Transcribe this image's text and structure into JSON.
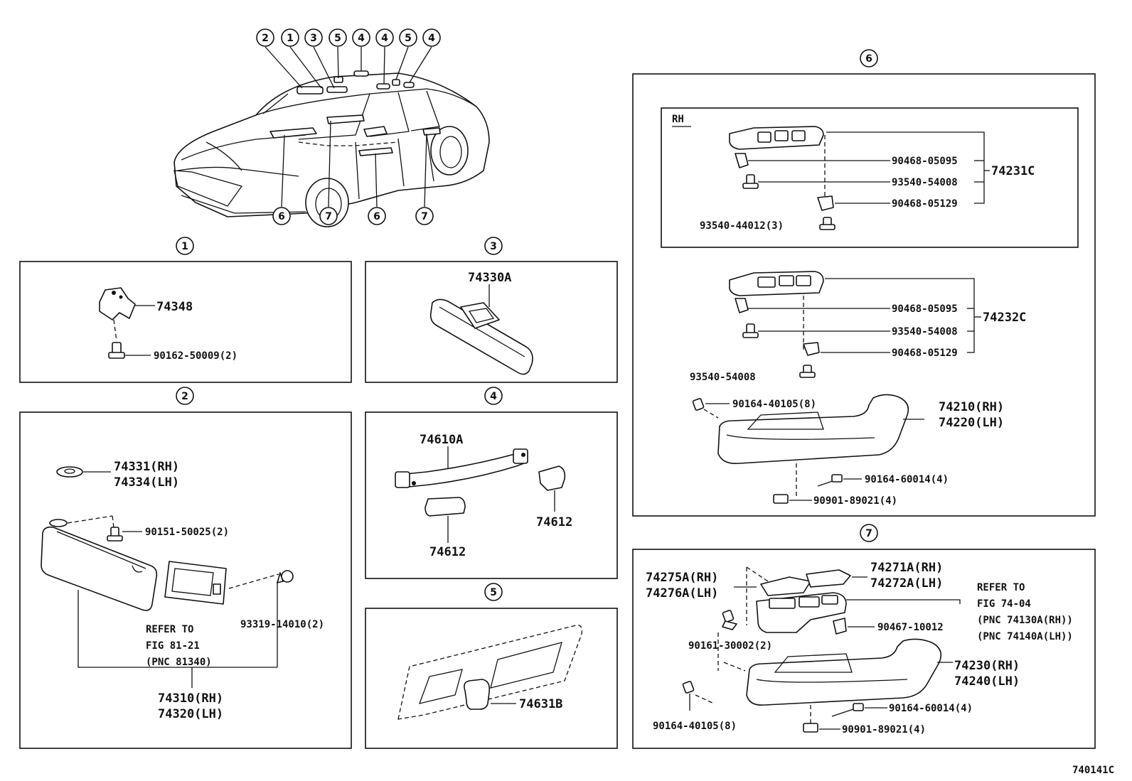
{
  "diagram_code": "740141C",
  "overview": {
    "callouts": [
      "2",
      "1",
      "3",
      "5",
      "4",
      "4",
      "5",
      "4",
      "6",
      "7",
      "6",
      "7"
    ]
  },
  "sections": {
    "s1": {
      "num": "1",
      "parts": {
        "bracket": "74348",
        "screw": "90162-50009(2)"
      }
    },
    "s2": {
      "num": "2",
      "parts": {
        "holder": [
          "74331(RH)",
          "74334(LH)"
        ],
        "screw": "90151-50025(2)",
        "clip": "93319-14010(2)",
        "refer": [
          "REFER TO",
          "FIG 81-21",
          "(PNC 81340)"
        ],
        "visor": [
          "74310(RH)",
          "74320(LH)"
        ]
      }
    },
    "s3": {
      "num": "3",
      "parts": {
        "mirror": "74330A"
      }
    },
    "s4": {
      "num": "4",
      "parts": {
        "grip": "74610A",
        "cover_a": "74612",
        "cover_b": "74612"
      }
    },
    "s5": {
      "num": "5",
      "parts": {
        "hook": "74631B"
      }
    },
    "s6": {
      "num": "6",
      "rh_tag": "RH",
      "upper": {
        "a": "90468-05095",
        "b": "93540-54008",
        "c": "90468-05129",
        "assy": "74231C",
        "screw": "93540-44012(3)"
      },
      "lower": {
        "a": "90468-05095",
        "b": "93540-54008",
        "c": "90468-05129",
        "assy": "74232C",
        "screw": "93540-54008"
      },
      "armrest": {
        "bolt": "90164-40105(8)",
        "part": [
          "74210(RH)",
          "74220(LH)"
        ],
        "screw": "90164-60014(4)",
        "nut": "90901-89021(4)"
      }
    },
    "s7": {
      "num": "7",
      "parts": {
        "cover_l": [
          "74275A(RH)",
          "74276A(LH)"
        ],
        "cover_r": [
          "74271A(RH)",
          "74272A(LH)"
        ],
        "refer": [
          "REFER TO",
          "FIG 74-04",
          "(PNC 74130A(RH))",
          "(PNC 74140A(LH))"
        ],
        "clip": "90467-10012",
        "screw_top": "90161-30002(2)",
        "armrest": [
          "74230(RH)",
          "74240(LH)"
        ],
        "screw": "90164-60014(4)",
        "bolt": "90164-40105(8)",
        "nut": "90901-89021(4)"
      }
    }
  }
}
